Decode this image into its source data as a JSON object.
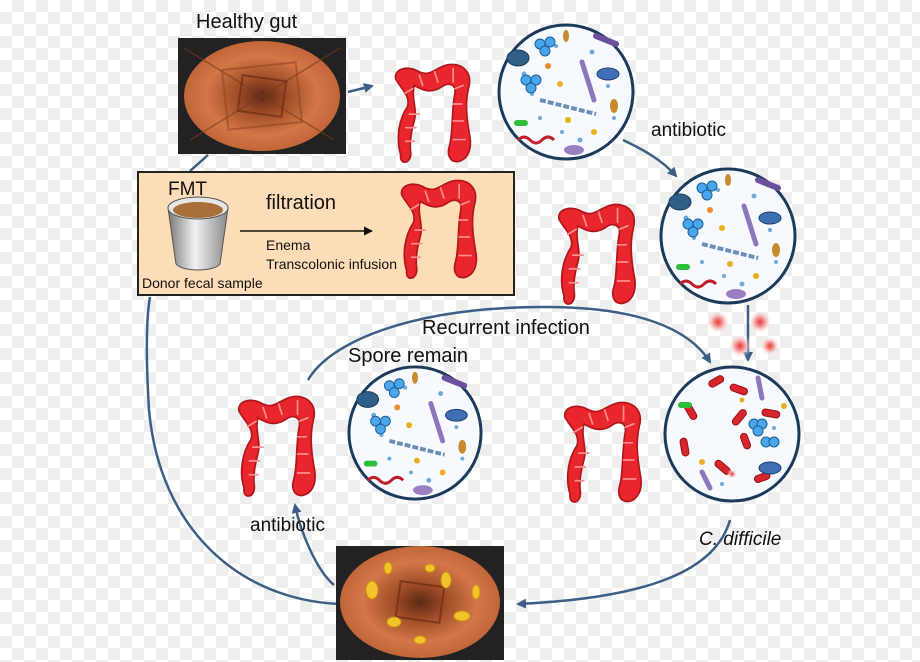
{
  "labels": {
    "healthy_gut": "Healthy gut",
    "antibiotic_top": "antibiotic",
    "fmt": "FMT",
    "filtration": "filtration",
    "enema": "Enema",
    "transcolonic": "Transcolonic infusion",
    "donor": "Donor fecal sample",
    "recurrent": "Recurrent infection",
    "spore": "Spore remain",
    "antibiotic_bottom": "antibiotic",
    "c_difficile": "C. difficile"
  },
  "colors": {
    "colon": "#e8262b",
    "arrow": "#3d5f86",
    "fmt_box": "#fddcb8",
    "gut_tissue": "#c8683d",
    "toxin": "#e84a4a"
  }
}
